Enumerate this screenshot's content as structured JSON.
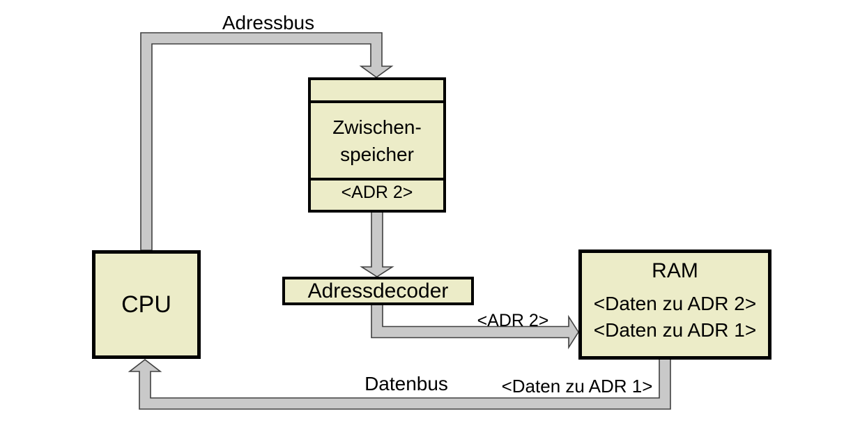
{
  "colors": {
    "box_fill": "#ececc8",
    "box_border": "#000000",
    "bus_fill": "#c9c9c9",
    "bus_outline": "#404040",
    "text": "#000000",
    "background": "#ffffff"
  },
  "nodes": {
    "cpu": {
      "label": "CPU"
    },
    "buffer": {
      "label_line1": "Zwischen-",
      "label_line2": "speicher",
      "slot": "<ADR 2>"
    },
    "decoder": {
      "label": "Adressdecoder"
    },
    "ram": {
      "title": "RAM",
      "row1": "<Daten zu ADR 2>",
      "row2": "<Daten zu ADR 1>"
    }
  },
  "buses": {
    "adressbus": {
      "label": "Adressbus",
      "from": "CPU",
      "to": "Zwischenspeicher"
    },
    "buffer_to_decoder": {
      "label": "",
      "from": "Zwischenspeicher",
      "to": "Adressdecoder"
    },
    "decoder_to_ram": {
      "label": "<ADR 2>",
      "from": "Adressdecoder",
      "to": "RAM"
    },
    "datenbus": {
      "label": "Datenbus",
      "sublabel": "<Daten zu ADR 1>",
      "from": "RAM",
      "to": "CPU"
    }
  }
}
